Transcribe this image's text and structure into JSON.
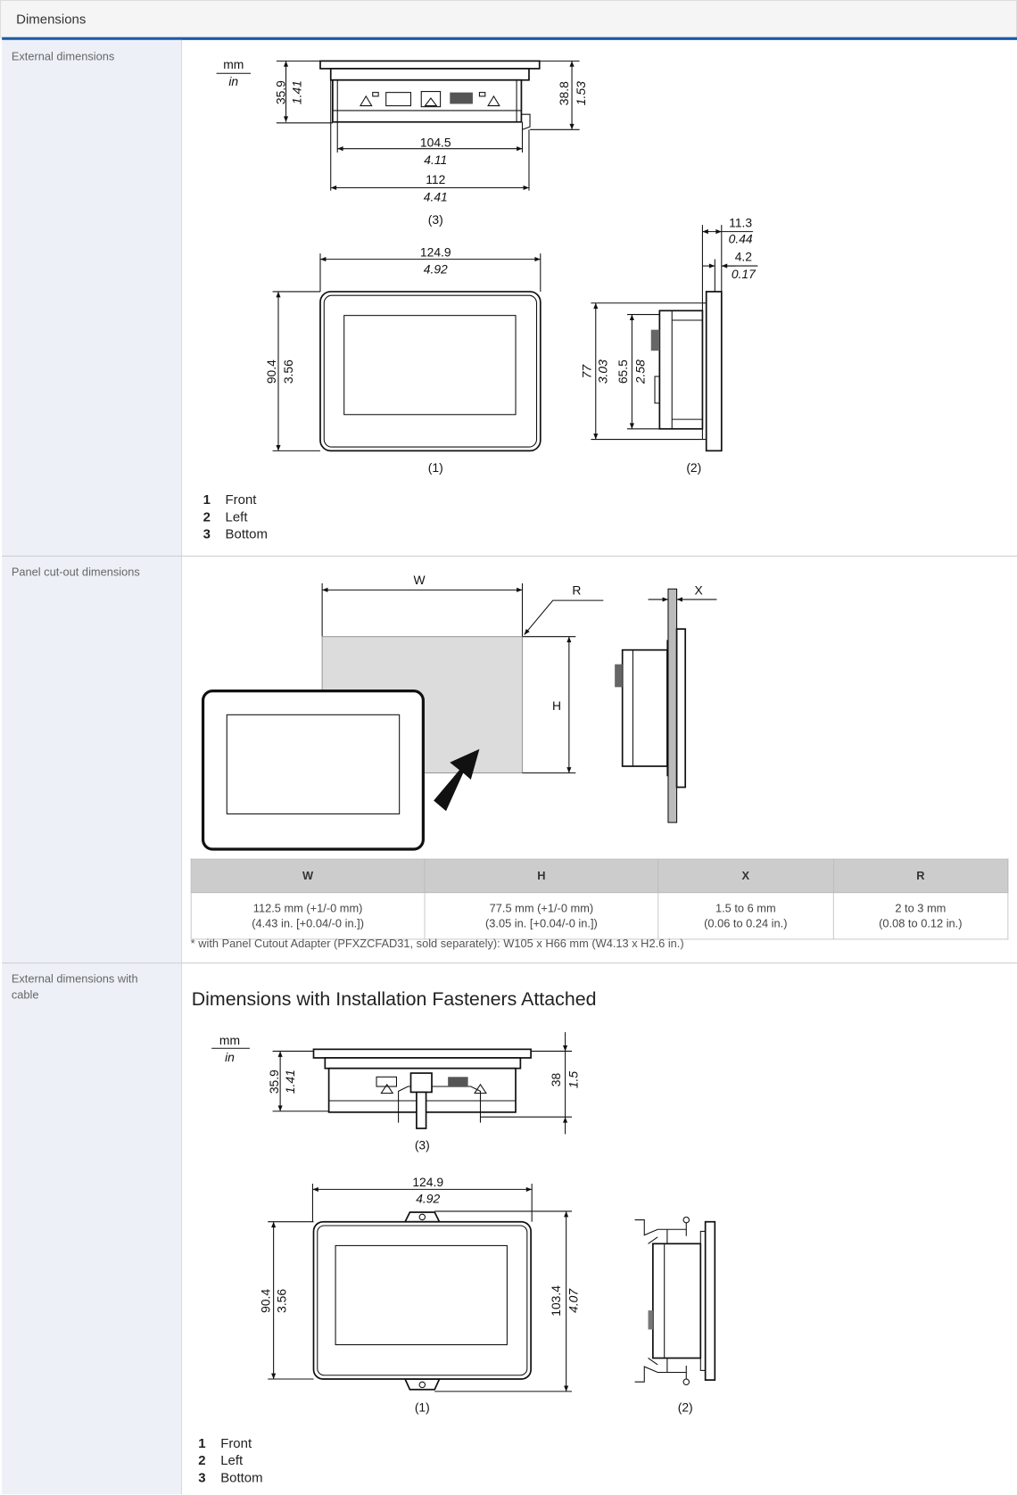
{
  "header": {
    "title": "Dimensions"
  },
  "rows": [
    {
      "label": "External dimensions"
    },
    {
      "label": "Panel cut-out dimensions"
    },
    {
      "label": "External dimensions with cable"
    }
  ],
  "units": {
    "mm": "mm",
    "in": "in"
  },
  "external": {
    "bottom": {
      "h_mm": "35.9",
      "h_in": "1.41",
      "h2_mm": "38.8",
      "h2_in": "1.53",
      "w1_mm": "104.5",
      "w1_in": "4.11",
      "w2_mm": "112",
      "w2_in": "4.41",
      "caption": "(3)"
    },
    "front": {
      "w_mm": "124.9",
      "w_in": "4.92",
      "h_mm": "90.4",
      "h_in": "3.56",
      "caption": "(1)"
    },
    "left": {
      "d1_mm": "11.3",
      "d1_in": "0.44",
      "d2_mm": "4.2",
      "d2_in": "0.17",
      "h1_mm": "77",
      "h1_in": "3.03",
      "h2_mm": "65.5",
      "h2_in": "2.58",
      "caption": "(2)"
    },
    "legend": [
      {
        "num": "1",
        "label": "Front"
      },
      {
        "num": "2",
        "label": "Left"
      },
      {
        "num": "3",
        "label": "Bottom"
      }
    ]
  },
  "cutout": {
    "labels": {
      "w": "W",
      "h": "H",
      "r": "R",
      "x": "X"
    },
    "table": {
      "headers": [
        "W",
        "H",
        "X",
        "R"
      ],
      "row1": [
        "112.5 mm (+1/-0 mm)",
        "77.5 mm (+1/-0 mm)",
        "1.5 to 6 mm",
        "2 to 3 mm"
      ],
      "row2": [
        "(4.43 in. [+0.04/-0 in.])",
        "(3.05 in. [+0.04/-0 in.])",
        "(0.06 to 0.24 in.)",
        "(0.08 to 0.12 in.)"
      ]
    },
    "footnote": "* with Panel Cutout Adapter (PFXZCFAD31, sold separately): W105 x H66 mm (W4.13 x H2.6 in.)"
  },
  "cable": {
    "title": "Dimensions with Installation Fasteners Attached",
    "bottom": {
      "h_mm": "35.9",
      "h_in": "1.41",
      "h2_mm": "38",
      "h2_in": "1.5",
      "caption": "(3)"
    },
    "front": {
      "w_mm": "124.9",
      "w_in": "4.92",
      "h_mm": "90.4",
      "h_in": "3.56",
      "h2_mm": "103.4",
      "h2_in": "4.07",
      "caption": "(1)"
    },
    "left": {
      "caption": "(2)"
    },
    "legend": [
      {
        "num": "1",
        "label": "Front"
      },
      {
        "num": "2",
        "label": "Left"
      },
      {
        "num": "3",
        "label": "Bottom"
      }
    ]
  }
}
